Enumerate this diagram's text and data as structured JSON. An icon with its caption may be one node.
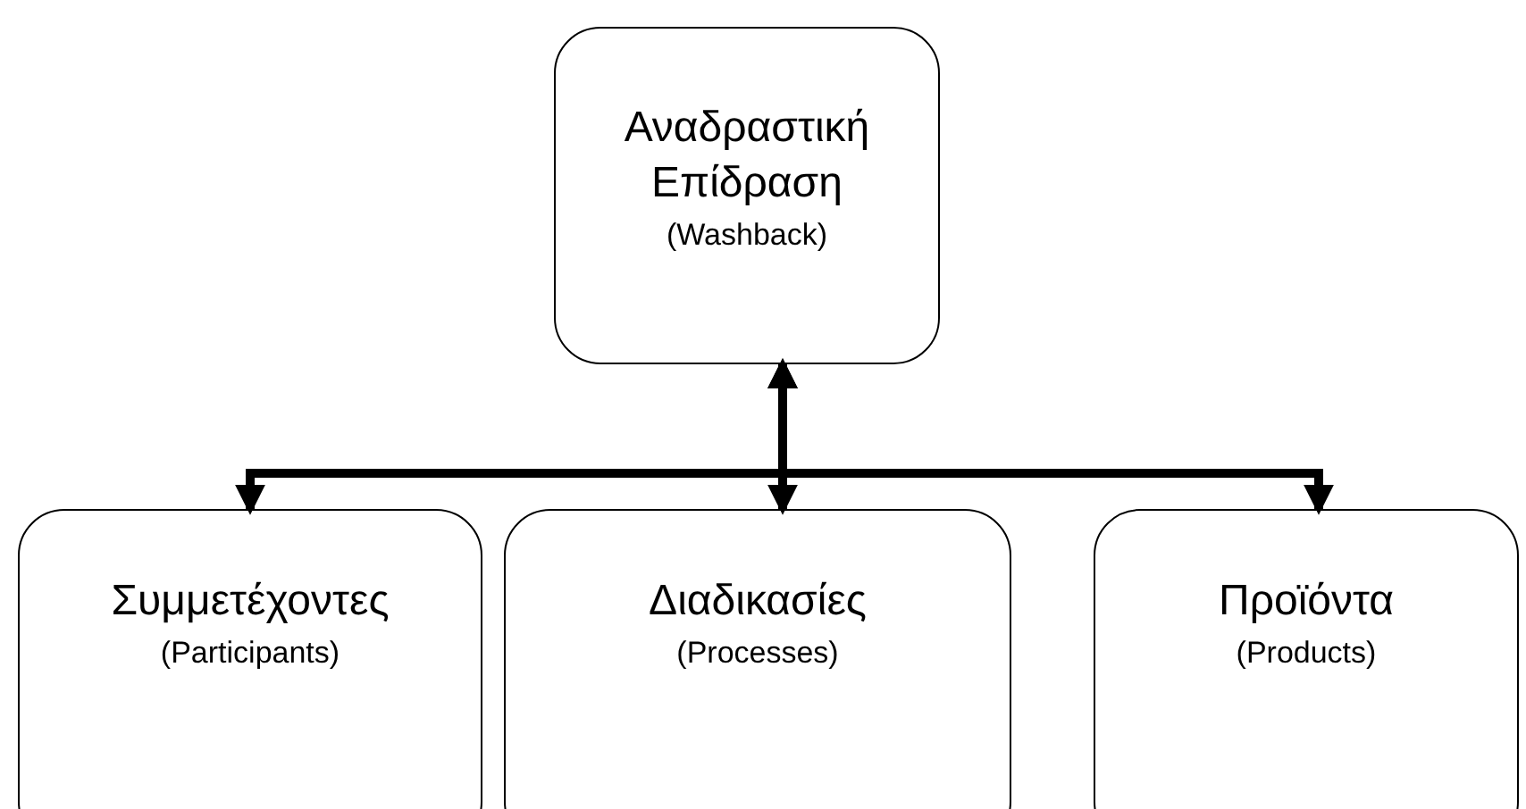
{
  "diagram": {
    "nodes": [
      {
        "text": [
          "Αναδραστική Επίδραση",
          "(Washback)"
        ]
      },
      {
        "text": [
          "Συμμετέχοντες",
          "(Participants)"
        ]
      },
      {
        "text": [
          "Διαδικασίες",
          "(Processes)"
        ]
      },
      {
        "text": [
          "Προϊόντα",
          "(Products)"
        ]
      }
    ],
    "edges": [
      {
        "from": 0,
        "to": 1,
        "arrow": "both"
      },
      {
        "from": 0,
        "to": 2,
        "arrow": "both"
      },
      {
        "from": 0,
        "to": 3,
        "arrow": "both"
      }
    ]
  }
}
